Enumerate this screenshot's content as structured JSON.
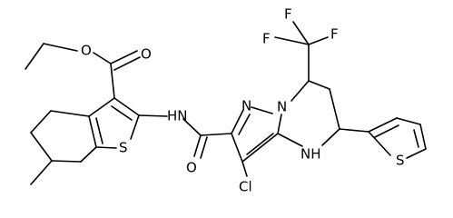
{
  "molecule": {
    "atoms": [
      {
        "id": "ester_O_carbonyl",
        "element": "O",
        "label": "O",
        "show": true
      },
      {
        "id": "ester_O_link",
        "element": "O",
        "label": "O",
        "show": true
      },
      {
        "id": "thiophene_S_core",
        "element": "S",
        "label": "S",
        "show": true
      },
      {
        "id": "amide_N",
        "element": "N",
        "label": "HN",
        "show": true
      },
      {
        "id": "amide_O",
        "element": "O",
        "label": "O",
        "show": true
      },
      {
        "id": "pyrazole_N1",
        "element": "N",
        "label": "N",
        "show": true
      },
      {
        "id": "pyrazole_N2",
        "element": "N",
        "label": "N",
        "show": true
      },
      {
        "id": "ring_NH",
        "element": "N",
        "label": "NH",
        "show": true
      },
      {
        "id": "chlorine",
        "element": "Cl",
        "label": "Cl",
        "show": true
      },
      {
        "id": "fluorine_1",
        "element": "F",
        "label": "F",
        "show": true
      },
      {
        "id": "fluorine_2",
        "element": "F",
        "label": "F",
        "show": true
      },
      {
        "id": "fluorine_3",
        "element": "F",
        "label": "F",
        "show": true
      },
      {
        "id": "thiophene_S_side",
        "element": "S",
        "label": "S",
        "show": true
      }
    ]
  }
}
